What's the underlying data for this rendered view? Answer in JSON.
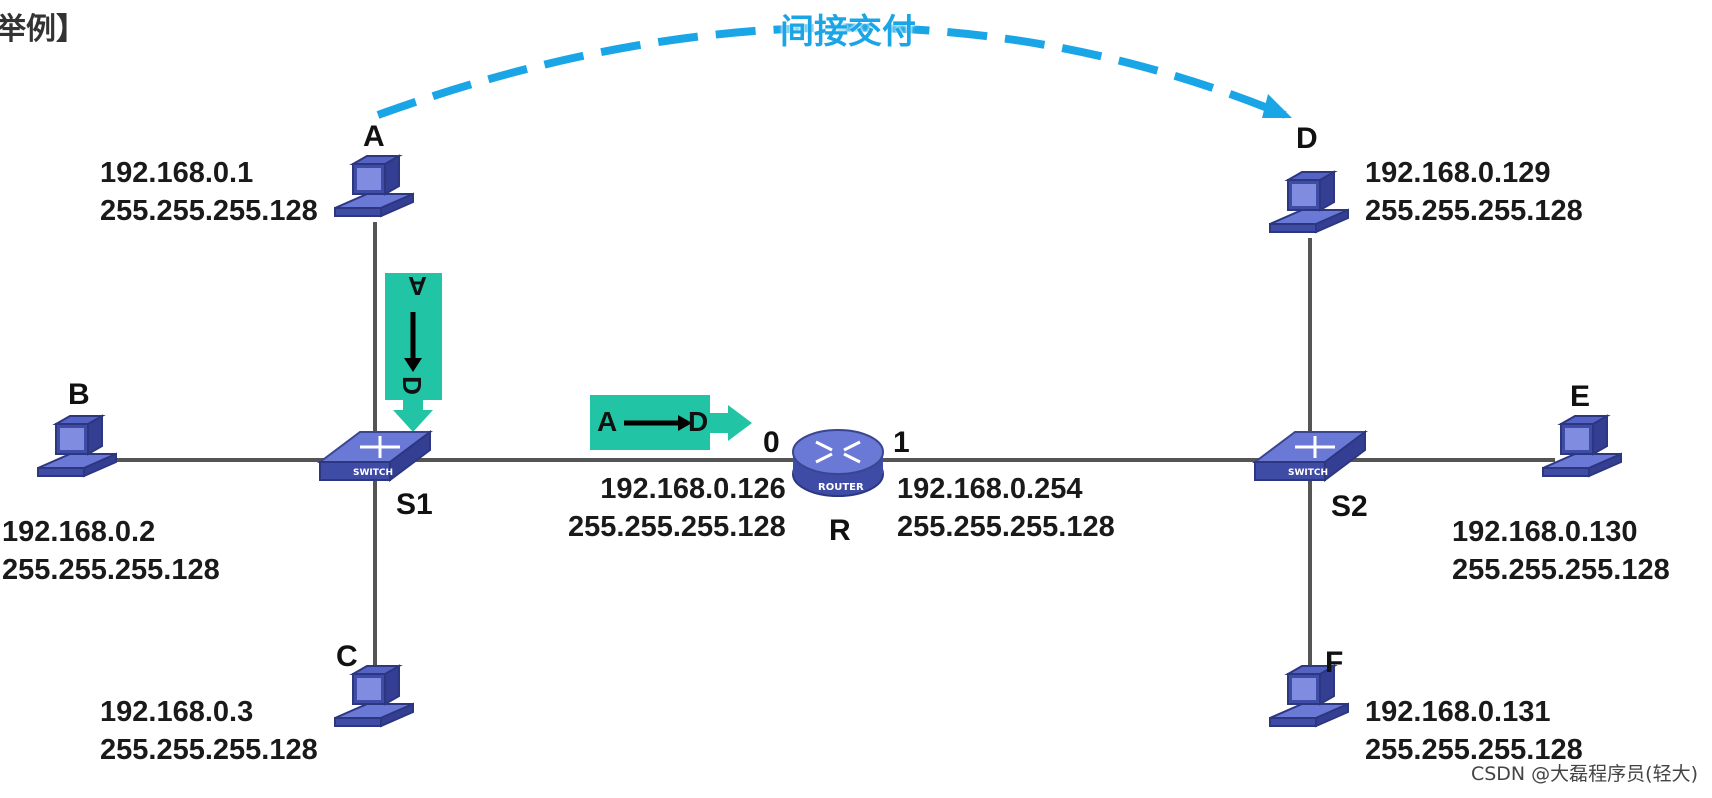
{
  "title_fragment": "举例】",
  "indirect_label": "间接交付",
  "nodes": {
    "A": {
      "name": "A",
      "ip": "192.168.0.1",
      "mask": "255.255.255.128"
    },
    "B": {
      "name": "B",
      "ip": "192.168.0.2",
      "mask": "255.255.255.128"
    },
    "C": {
      "name": "C",
      "ip": "192.168.0.3",
      "mask": "255.255.255.128"
    },
    "D": {
      "name": "D",
      "ip": "192.168.0.129",
      "mask": "255.255.255.128"
    },
    "E": {
      "name": "E",
      "ip": "192.168.0.130",
      "mask": "255.255.255.128"
    },
    "F": {
      "name": "F",
      "ip": "192.168.0.131",
      "mask": "255.255.255.128"
    }
  },
  "switches": {
    "S1": {
      "name": "S1",
      "device_text": "SWITCH"
    },
    "S2": {
      "name": "S2",
      "device_text": "SWITCH"
    }
  },
  "router": {
    "name": "R",
    "device_text": "ROUTER",
    "port0": {
      "label": "0",
      "ip": "192.168.0.126",
      "mask": "255.255.255.128"
    },
    "port1": {
      "label": "1",
      "ip": "192.168.0.254",
      "mask": "255.255.255.128"
    }
  },
  "flow_vertical": {
    "from": "A",
    "to": "D"
  },
  "flow_horizontal": {
    "from": "A",
    "to": "D"
  },
  "colors": {
    "accent_green": "#22c4a6",
    "dashed_blue": "#1aa6e6",
    "device_blue": "#4a5ab8",
    "line_gray": "#555555"
  },
  "watermark": "CSDN @大磊程序员(轻大)"
}
